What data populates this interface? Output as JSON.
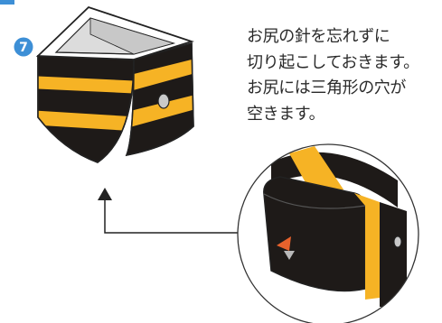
{
  "step": {
    "number": "7",
    "badge_color": "#3d8fd6"
  },
  "instruction": {
    "lines": [
      "お尻の針を忘れずに",
      "切り起こしておきます。",
      "お尻には三角形の穴が",
      "空きます。"
    ]
  },
  "colors": {
    "stripe_black": "#1e1a18",
    "stripe_yellow": "#f6b325",
    "paper_inner": "#dcdcdc",
    "arrow_head": "#e8622c",
    "outline": "#222222"
  },
  "icons": {
    "step_badge": "numbered-circle-icon",
    "callout_arrow": "arrow-up-icon",
    "hole_marker": "triangle-icon"
  }
}
